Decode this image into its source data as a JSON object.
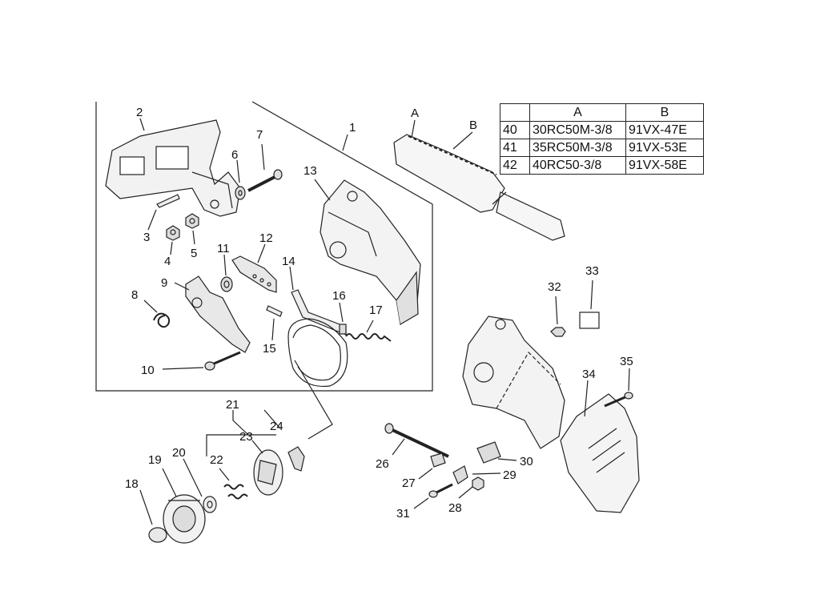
{
  "callouts": [
    {
      "id": "1",
      "text": "1"
    },
    {
      "id": "2",
      "text": "2"
    },
    {
      "id": "3",
      "text": "3"
    },
    {
      "id": "4",
      "text": "4"
    },
    {
      "id": "5",
      "text": "5"
    },
    {
      "id": "6",
      "text": "6"
    },
    {
      "id": "7",
      "text": "7"
    },
    {
      "id": "8",
      "text": "8"
    },
    {
      "id": "9",
      "text": "9"
    },
    {
      "id": "10",
      "text": "10"
    },
    {
      "id": "11",
      "text": "11"
    },
    {
      "id": "12",
      "text": "12"
    },
    {
      "id": "13",
      "text": "13"
    },
    {
      "id": "14",
      "text": "14"
    },
    {
      "id": "15",
      "text": "15"
    },
    {
      "id": "16",
      "text": "16"
    },
    {
      "id": "17",
      "text": "17"
    },
    {
      "id": "18",
      "text": "18"
    },
    {
      "id": "19",
      "text": "19"
    },
    {
      "id": "20",
      "text": "20"
    },
    {
      "id": "21",
      "text": "21"
    },
    {
      "id": "22",
      "text": "22"
    },
    {
      "id": "23",
      "text": "23"
    },
    {
      "id": "24",
      "text": "24"
    },
    {
      "id": "26",
      "text": "26"
    },
    {
      "id": "27",
      "text": "27"
    },
    {
      "id": "28",
      "text": "28"
    },
    {
      "id": "29",
      "text": "29"
    },
    {
      "id": "30",
      "text": "30"
    },
    {
      "id": "31",
      "text": "31"
    },
    {
      "id": "32",
      "text": "32"
    },
    {
      "id": "33",
      "text": "33"
    },
    {
      "id": "34",
      "text": "34"
    },
    {
      "id": "35",
      "text": "35"
    },
    {
      "id": "A",
      "text": "A"
    },
    {
      "id": "B",
      "text": "B"
    }
  ],
  "table": {
    "headers": [
      "",
      "A",
      "B"
    ],
    "rows": [
      [
        "40",
        "30RC50M-3/8",
        "91VX-47E"
      ],
      [
        "41",
        "35RC50M-3/8",
        "91VX-53E"
      ],
      [
        "42",
        "40RC50-3/8",
        "91VX-58E"
      ]
    ]
  }
}
